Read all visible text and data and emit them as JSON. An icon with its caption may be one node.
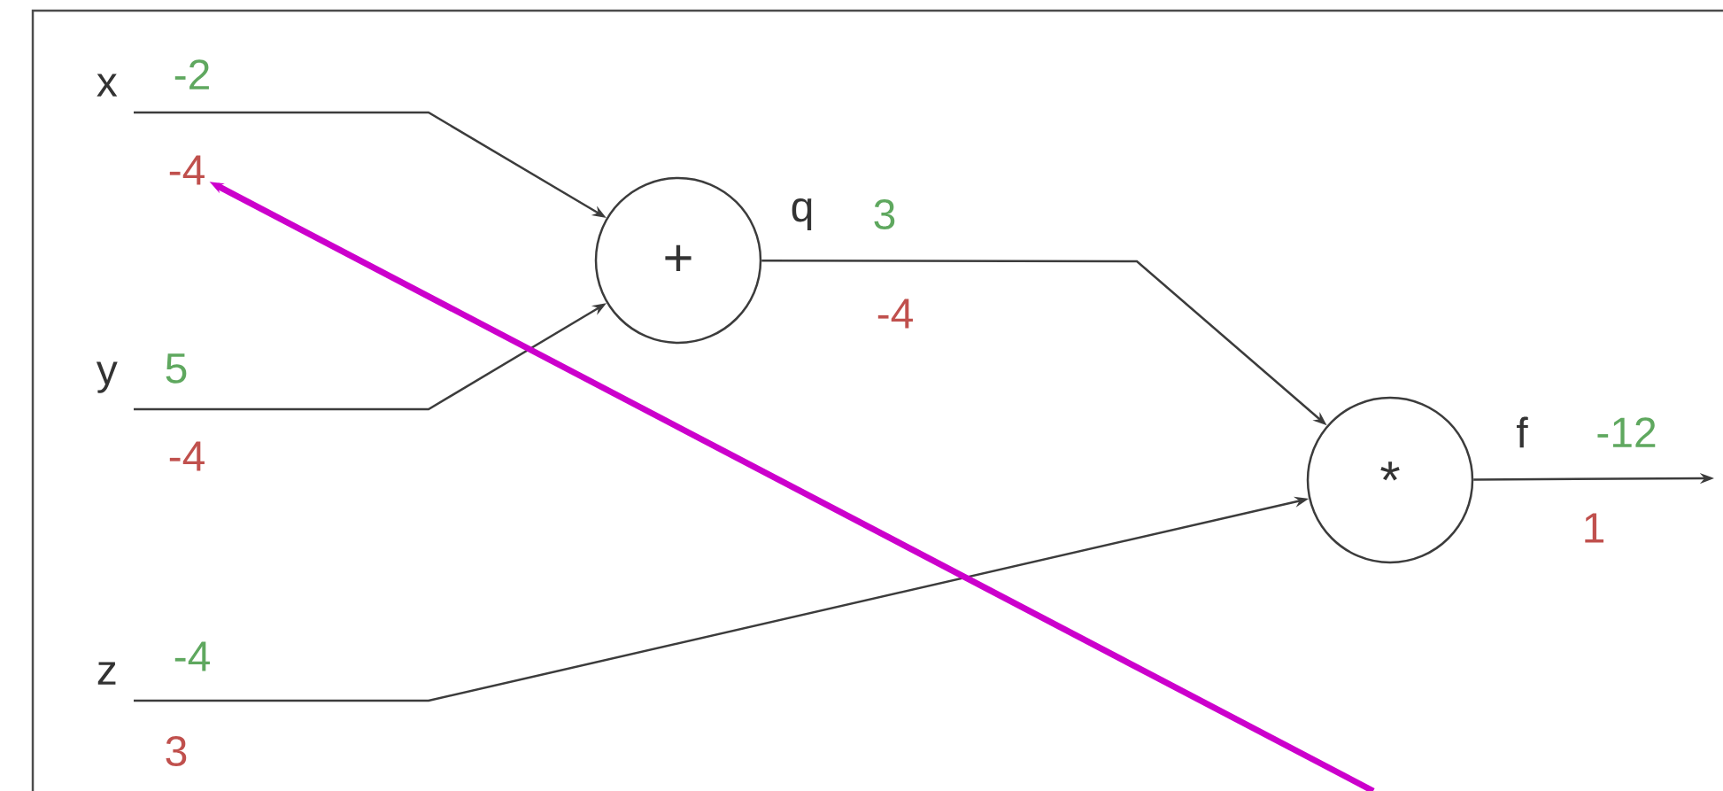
{
  "diagram": {
    "nodes": [
      {
        "text": [
          "x"
        ],
        "beside": [
          "-2"
        ]
      },
      {
        "text": [
          "y"
        ],
        "beside": [
          "5",
          "-4"
        ]
      },
      {
        "text": [
          "z"
        ],
        "beside": [
          "-4",
          "3"
        ]
      },
      {
        "text": [
          "+"
        ]
      },
      {
        "text": [
          "*"
        ]
      },
      {
        "text": [
          "-4"
        ]
      }
    ],
    "edges": [
      {
        "from": 0,
        "to": 3,
        "arrow": "to"
      },
      {
        "from": 1,
        "to": 3,
        "arrow": "to"
      },
      {
        "from": 2,
        "to": 4,
        "arrow": "to"
      },
      {
        "from": 3,
        "to": 4,
        "arrow": "to",
        "label": "q"
      },
      {
        "from": 4,
        "to": null,
        "arrow": "to",
        "label": "f"
      },
      {
        "from": null,
        "to": 5,
        "arrow": "to",
        "style": "thick",
        "color": "#cc00cc"
      }
    ],
    "labels": [
      "3",
      "-4",
      "-12",
      "1"
    ]
  }
}
